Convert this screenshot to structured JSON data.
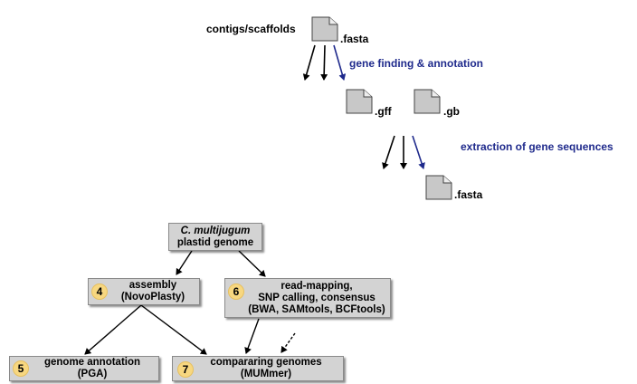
{
  "top": {
    "contigs_label": "contigs/scaffolds",
    "fasta_ext": ".fasta",
    "gene_finding_label": "gene finding & annotation",
    "gff_ext": ".gff",
    "gb_ext": ".gb",
    "extraction_label": "extraction of gene sequences",
    "fasta_out_ext": ".fasta",
    "accent_color": "#1f2a8c"
  },
  "workflow": {
    "root": {
      "line1": "C. multijugum",
      "line2": "plastid genome"
    },
    "assembly": {
      "step": "4",
      "line1": "assembly",
      "line2": "(NovoPlasty)"
    },
    "mapping": {
      "step": "6",
      "line1": "read-mapping,",
      "line2": "SNP calling, consensus",
      "line3": "(BWA, SAMtools, BCFtools)"
    },
    "annotation": {
      "step": "5",
      "line1": "genome annotation",
      "line2": "(PGA)"
    },
    "comparing": {
      "step": "7",
      "line1": "compararing genomes",
      "line2": "(MUMmer)"
    },
    "box_color": "#d3d3d3",
    "step_color": "#f7d780"
  }
}
